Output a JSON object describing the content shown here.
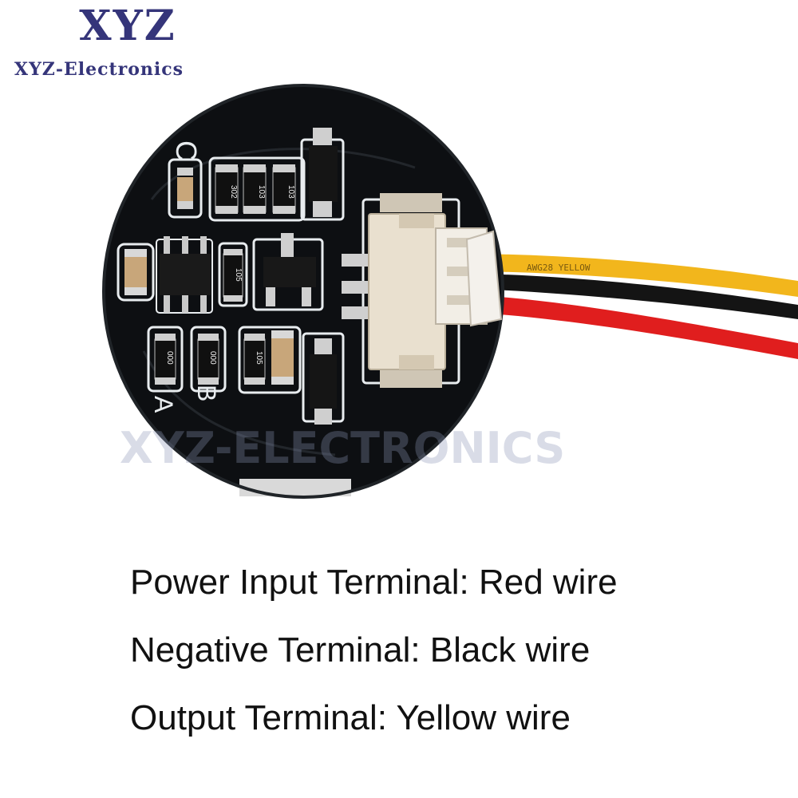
{
  "brand": {
    "logo_main": "XYZ",
    "logo_sub": "XYZ-Electronics",
    "watermark": "XYZ-ELECTRONICS"
  },
  "board": {
    "silkscreen_c": "C",
    "silkscreen_a": "A",
    "silkscreen_b": "B",
    "resistor_302": "302",
    "resistor_103a": "103",
    "resistor_103b": "103",
    "resistor_105a": "105",
    "resistor_105b": "105",
    "resistor_000a": "000",
    "resistor_000b": "000"
  },
  "captions": {
    "power": "Power Input Terminal: Red wire",
    "negative": "Negative Terminal: Black wire",
    "output": "Output Terminal: Yellow wire"
  },
  "colors": {
    "pcb": "#0d0f12",
    "silk": "#e8ecef",
    "red_wire": "#e01e1e",
    "black_wire": "#111111",
    "yellow_wire": "#f2b61c",
    "brand": "#35357a"
  }
}
